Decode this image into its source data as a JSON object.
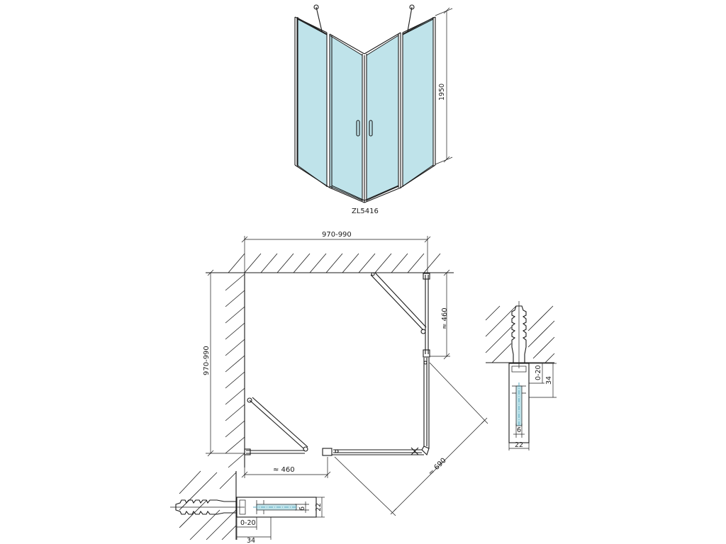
{
  "model_label": "ZL5416",
  "height_label": "1950",
  "plan": {
    "width_top": "970-990",
    "height_left": "970-990",
    "door_right": "≈ 460",
    "door_bottom": "≈ 460",
    "diagonal": "≈ 690"
  },
  "detail_right": {
    "adjust": "0-20",
    "depth": "34",
    "glass": "6",
    "profile": "22"
  },
  "detail_bottom": {
    "adjust": "0-20",
    "depth": "34",
    "glass": "6",
    "profile": "22"
  },
  "colors": {
    "glass": "#bfe3ea",
    "line": "#1a1a1a",
    "center_line": "#5aa9c0"
  }
}
